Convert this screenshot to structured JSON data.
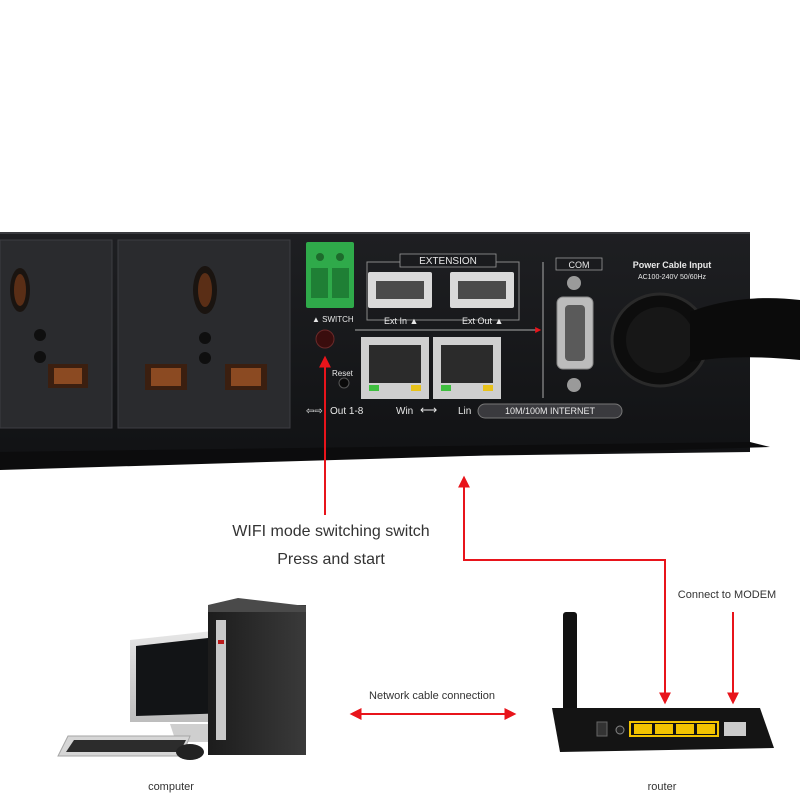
{
  "panel": {
    "extension_label": "EXTENSION",
    "com_label": "COM",
    "power_title": "Power Cable Input",
    "power_spec": "AC100-240V 50/60Hz",
    "switch_label": "▲ SWITCH",
    "ext_in_label": "Ext In ▲",
    "ext_out_label": "Ext Out ▲",
    "reset_label": "Reset",
    "out_label": "Out 1-8",
    "win_label": "Win",
    "lin_label": "Lin",
    "internet_label": "10M/100M  INTERNET"
  },
  "annotations": {
    "wifi_switch_line1": "WIFI mode switching switch",
    "wifi_switch_line2": "Press and start",
    "modem_label": "Connect to MODEM",
    "network_cable_label": "Network cable connection",
    "computer_label": "computer",
    "router_label": "router"
  },
  "colors": {
    "arrow_red": "#e8141b",
    "terminal_green": "#2faa4a",
    "router_port_yellow": "#f2c300"
  }
}
